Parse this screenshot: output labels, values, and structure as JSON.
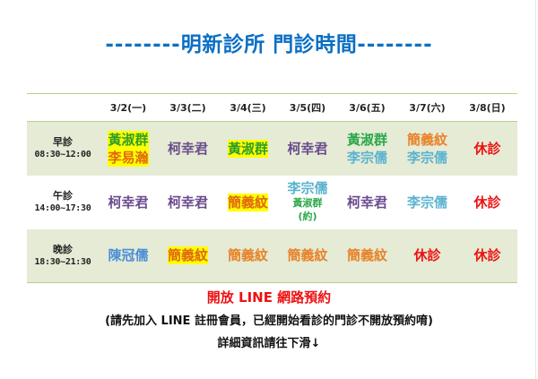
{
  "header": {
    "title_dashes_left": "--------",
    "title_text": "明新診所  門診時間",
    "title_dashes_right": "--------",
    "title_color": "#0b6fc4"
  },
  "schedule": {
    "columns": [
      {
        "label": ""
      },
      {
        "label": "3/2(一)"
      },
      {
        "label": "3/3(二)"
      },
      {
        "label": "3/4(三)"
      },
      {
        "label": "3/5(四)"
      },
      {
        "label": "3/6(五)"
      },
      {
        "label": "3/7(六)"
      },
      {
        "label": "3/8(日)"
      }
    ],
    "rows": [
      {
        "slot": "早診",
        "time": "08:30~12:00",
        "cells": [
          {
            "lines": [
              "黃淑群",
              "李易瀚"
            ],
            "highlight": true
          },
          {
            "lines": [
              "柯幸君"
            ]
          },
          {
            "lines": [
              "黃淑群"
            ],
            "highlight": true
          },
          {
            "lines": [
              "柯幸君"
            ]
          },
          {
            "lines": [
              "黃淑群",
              "李宗儒"
            ]
          },
          {
            "lines": [
              "簡義紋",
              "李宗儒"
            ]
          },
          {
            "lines": [
              "休診"
            ]
          }
        ]
      },
      {
        "slot": "午診",
        "time": "14:00~17:30",
        "cells": [
          {
            "lines": [
              "柯幸君"
            ]
          },
          {
            "lines": [
              "柯幸君"
            ]
          },
          {
            "lines": [
              "簡義紋"
            ],
            "highlight": true
          },
          {
            "lines": [
              "李宗儒",
              "黃淑群",
              "(約)"
            ]
          },
          {
            "lines": [
              "柯幸君"
            ]
          },
          {
            "lines": [
              "李宗儒"
            ]
          },
          {
            "lines": [
              "休診"
            ]
          }
        ]
      },
      {
        "slot": "晚診",
        "time": "18:30~21:30",
        "cells": [
          {
            "lines": [
              "陳冠儒"
            ]
          },
          {
            "lines": [
              "簡義紋"
            ],
            "highlight": true
          },
          {
            "lines": [
              "簡義紋"
            ]
          },
          {
            "lines": [
              "簡義紋"
            ]
          },
          {
            "lines": [
              "簡義紋"
            ]
          },
          {
            "lines": [
              "休診"
            ]
          },
          {
            "lines": [
              "休診"
            ]
          }
        ]
      }
    ]
  },
  "colors": {
    "doctor_huang": "#2aa84a",
    "doctor_jian": "#e8832a",
    "doctor_ke": "#6a4b8d",
    "doctor_li_zongru": "#5bb3cf",
    "doctor_chen": "#4a8fd6",
    "closed": "#ee1111",
    "highlight": "#ffff00",
    "row_shade": "#e5ebd5",
    "border": "#b5d08e"
  },
  "notices": {
    "line1": "開放 LINE 網路預約",
    "line2": "(請先加入 LINE 註冊會員，已經開始看診的門診不開放預約唷)",
    "line3": "詳細資訊請往下滑↓"
  }
}
